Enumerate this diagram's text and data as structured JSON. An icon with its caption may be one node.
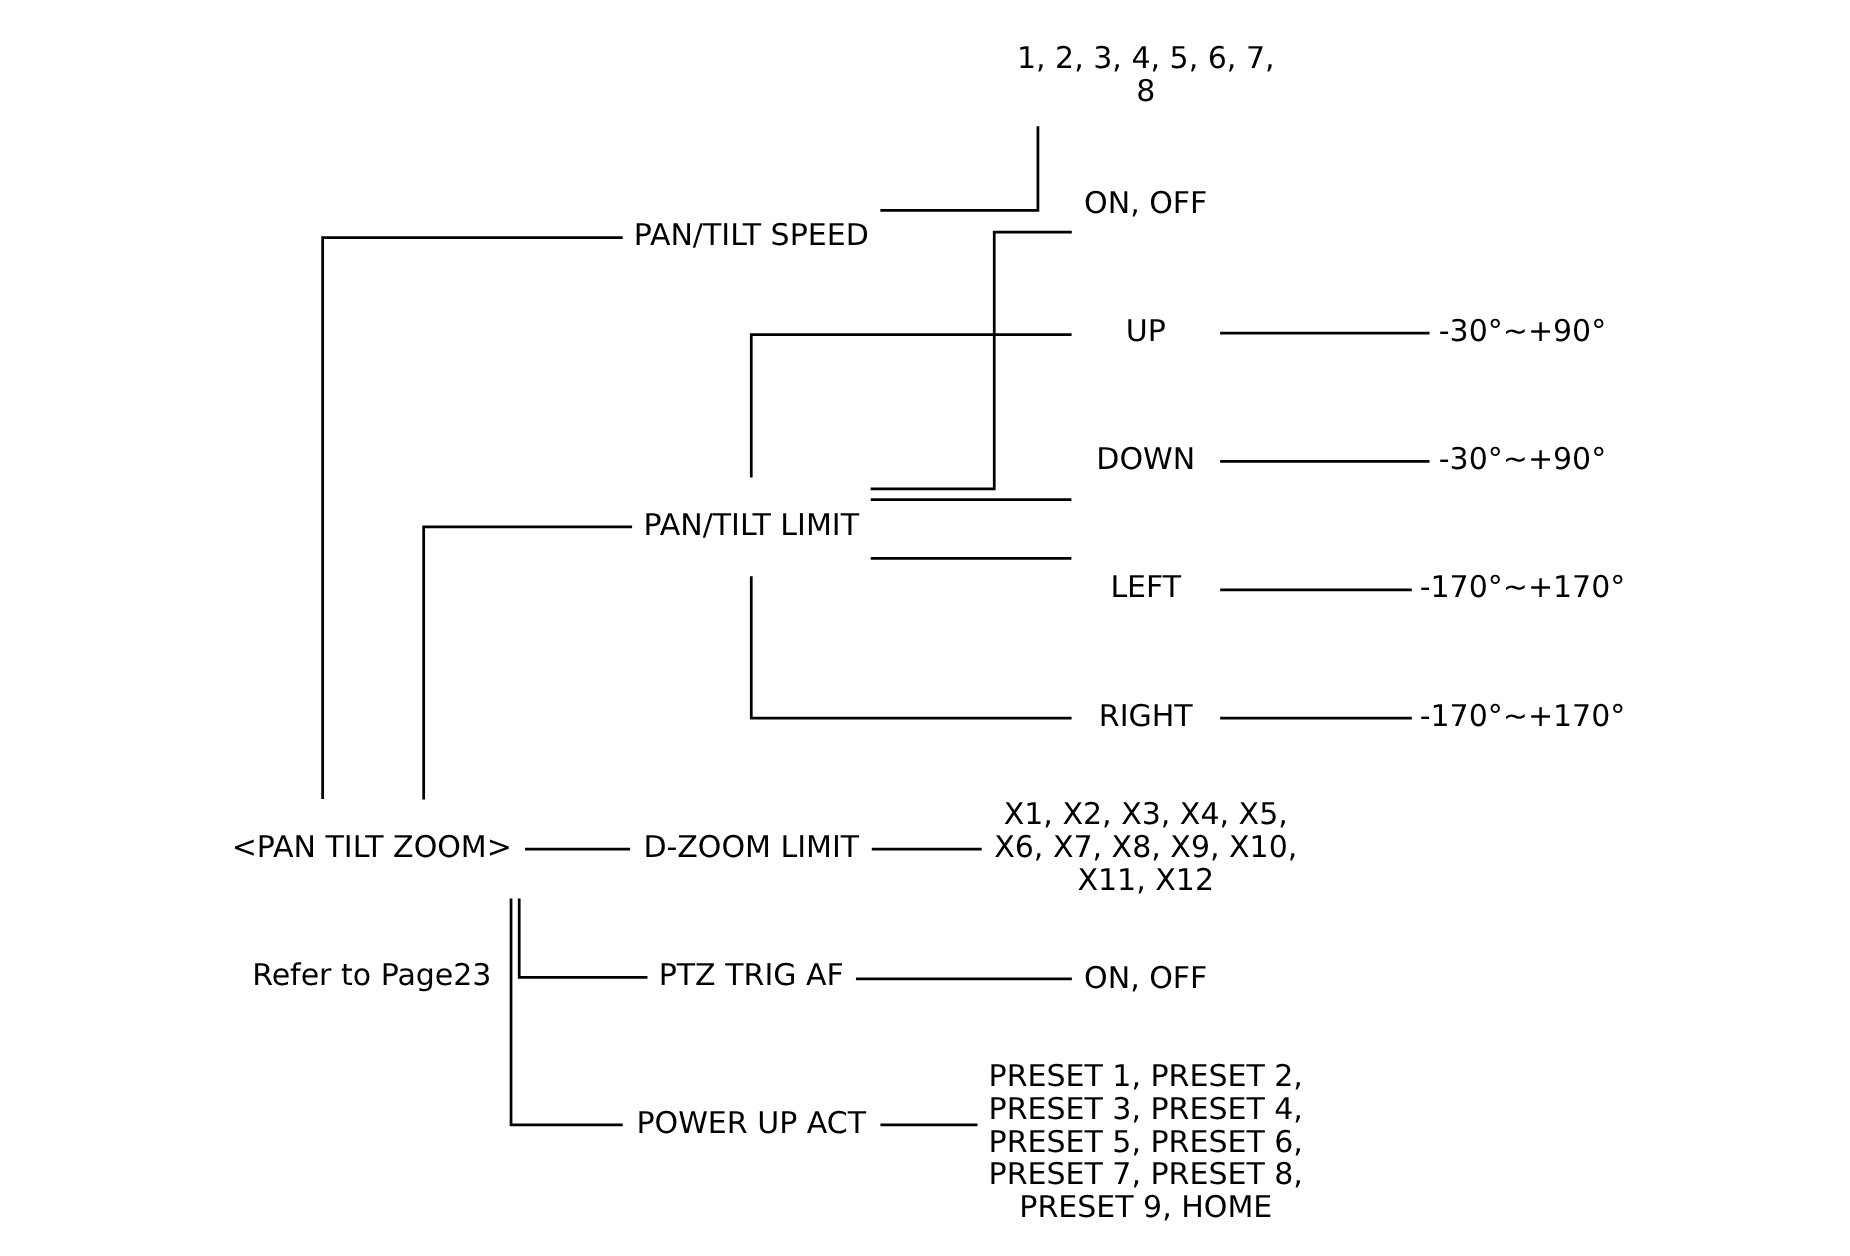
{
  "diagram": {
    "nodes": [
      {
        "text": [
          "<PAN TILT ZOOM>"
        ],
        "beside": [
          "Refer to Page23"
        ]
      },
      {
        "text": [
          "PAN/TILT SPEED"
        ]
      },
      {
        "text": [
          "1, 2, 3, 4, 5, 6, 7, 8"
        ]
      },
      {
        "text": [
          "PAN/TILT LIMIT"
        ]
      },
      {
        "text": [
          "ON, OFF"
        ]
      },
      {
        "text": [
          "UP"
        ]
      },
      {
        "text": [
          "-30°~+90°"
        ]
      },
      {
        "text": [
          "DOWN"
        ]
      },
      {
        "text": [
          "-30°~+90°"
        ]
      },
      {
        "text": [
          "LEFT"
        ]
      },
      {
        "text": [
          "-170°~+170°"
        ]
      },
      {
        "text": [
          "RIGHT"
        ]
      },
      {
        "text": [
          "-170°~+170°"
        ]
      },
      {
        "text": [
          "D-ZOOM LIMIT"
        ]
      },
      {
        "text": [
          "X1, X2, X3, X4, X5, X6, X7, X8, X9, X10, X11, X12"
        ]
      },
      {
        "text": [
          "PTZ TRIG AF"
        ]
      },
      {
        "text": [
          "ON, OFF"
        ]
      },
      {
        "text": [
          "POWER UP ACT"
        ]
      },
      {
        "text": [
          "PRESET 1, PRESET 2, PRESET 3, PRESET 4, PRESET 5, PRESET 6, PRESET 7, PRESET 8, PRESET 9, HOME"
        ]
      }
    ],
    "edges": [
      {
        "from": 0,
        "to": 1,
        "arrow": "none"
      },
      {
        "from": 1,
        "to": 2,
        "arrow": "none"
      },
      {
        "from": 0,
        "to": 3,
        "arrow": "none"
      },
      {
        "from": 3,
        "to": 4,
        "arrow": "none"
      },
      {
        "from": 3,
        "to": 5,
        "arrow": "none"
      },
      {
        "from": 5,
        "to": 6,
        "arrow": "none"
      },
      {
        "from": 3,
        "to": 7,
        "arrow": "none"
      },
      {
        "from": 7,
        "to": 8,
        "arrow": "none"
      },
      {
        "from": 3,
        "to": 9,
        "arrow": "none"
      },
      {
        "from": 9,
        "to": 10,
        "arrow": "none"
      },
      {
        "from": 3,
        "to": 11,
        "arrow": "none"
      },
      {
        "from": 11,
        "to": 12,
        "arrow": "none"
      },
      {
        "from": 0,
        "to": 13,
        "arrow": "none"
      },
      {
        "from": 13,
        "to": 14,
        "arrow": "none"
      },
      {
        "from": 0,
        "to": 15,
        "arrow": "none"
      },
      {
        "from": 15,
        "to": 16,
        "arrow": "none"
      },
      {
        "from": 0,
        "to": 17,
        "arrow": "none"
      },
      {
        "from": 17,
        "to": 18,
        "arrow": "none"
      }
    ]
  }
}
